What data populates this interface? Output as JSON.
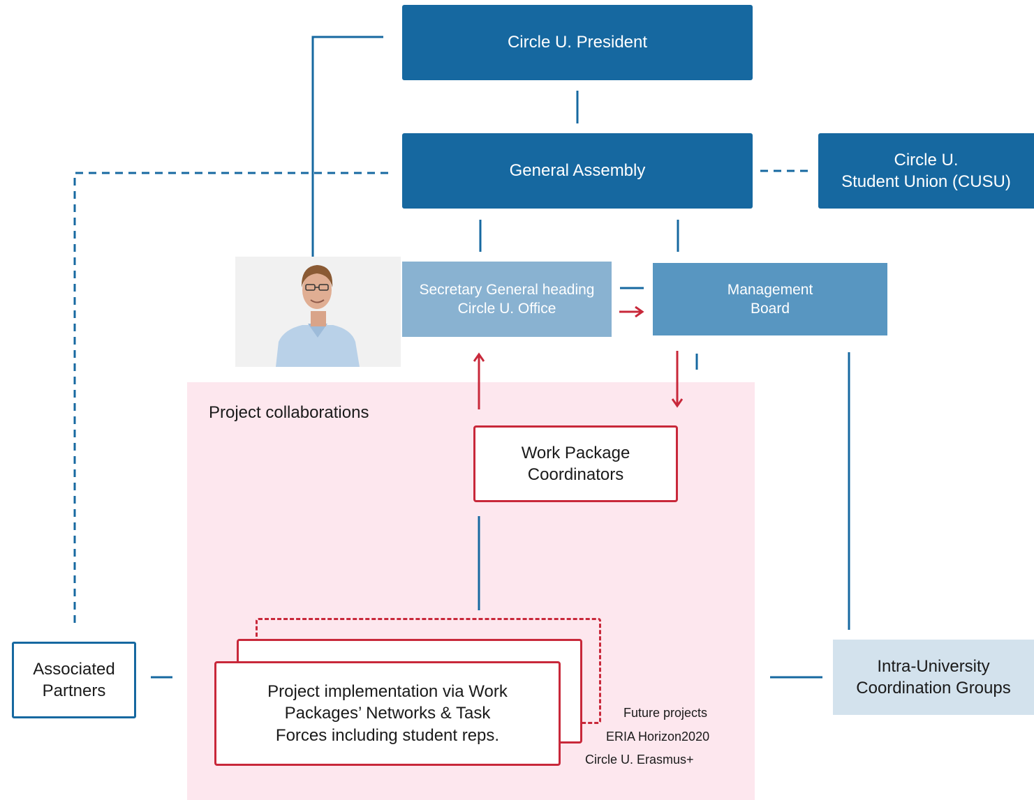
{
  "nodes": {
    "president": "Circle U. President",
    "general_assembly": "General Assembly",
    "cusu": "Circle U.\nStudent Union (CUSU)",
    "secretary_general": "Secretary General heading\nCircle U. Office",
    "management_board": "Management\nBoard",
    "work_package_coordinators": "Work Package\nCoordinators",
    "project_implementation": "Project implementation via Work\nPackages’ Networks & Task\nForces including student reps.",
    "associated_partners": "Associated\nPartners",
    "intra_university": "Intra-University\nCoordination Groups"
  },
  "region": {
    "title": "Project collaborations"
  },
  "project_layers": {
    "future": "Future projects",
    "eria": "ERIA Horizon2020",
    "erasmus": "Circle U. Erasmus+"
  },
  "colors": {
    "dark_blue": "#1668a0",
    "mid_blue": "#5896c1",
    "light_blue": "#89b2d1",
    "pale_blue": "#d3e2ed",
    "red": "#c8283a",
    "pink_region": "#fde7ee"
  }
}
